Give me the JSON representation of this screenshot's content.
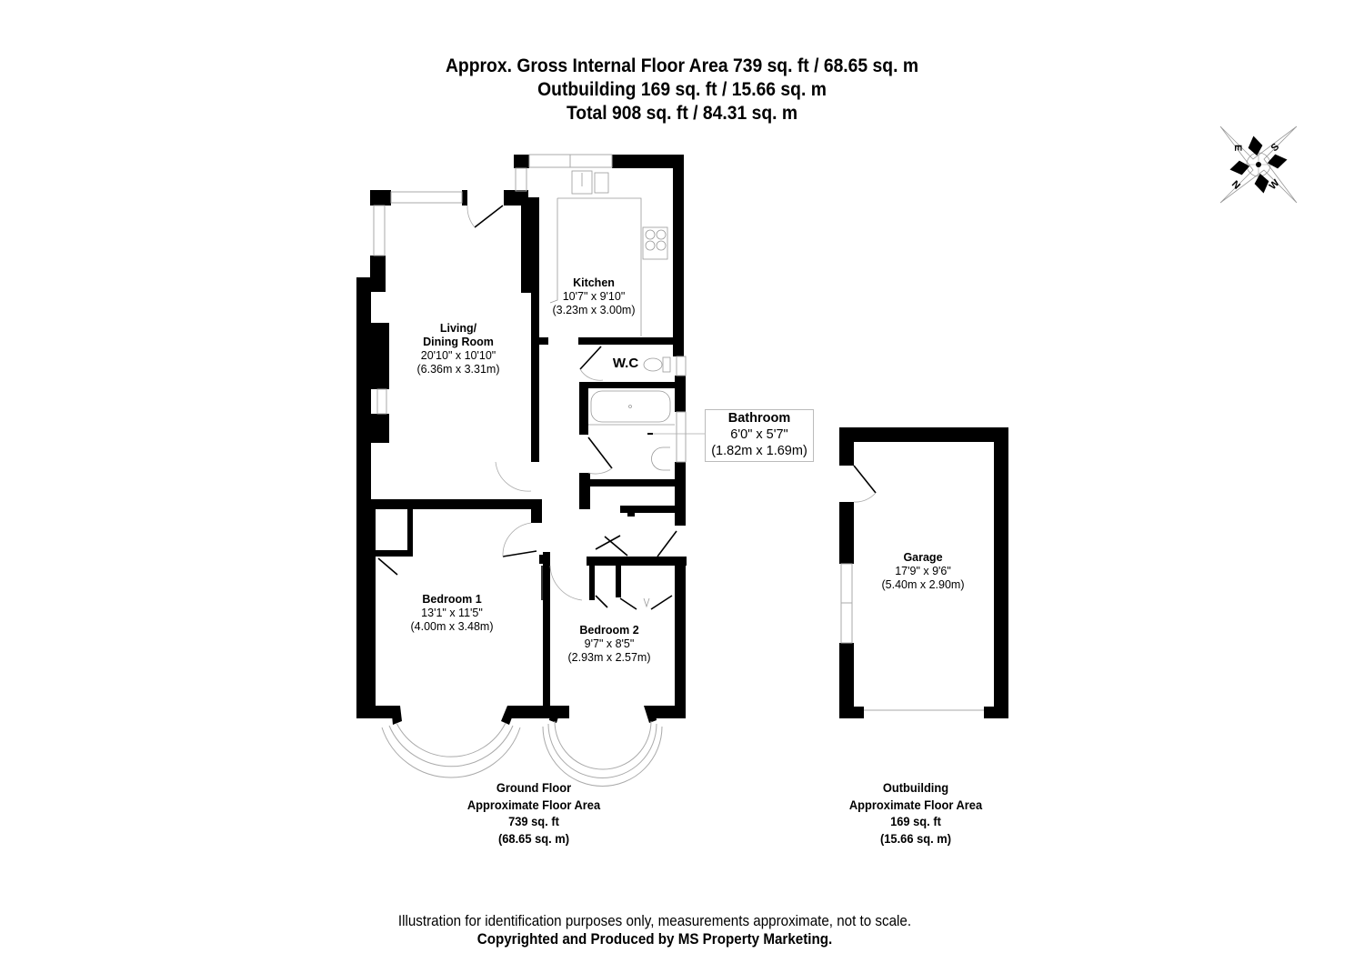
{
  "header": {
    "line1": "Approx. Gross Internal Floor Area 739 sq. ft / 68.65 sq. m",
    "line2": "Outbuilding 169 sq. ft / 15.66 sq. m",
    "line3": "Total 908 sq. ft / 84.31 sq. m"
  },
  "compass": {
    "icon": "compass-rose-icon",
    "labels": [
      "S",
      "W",
      "N",
      "E"
    ]
  },
  "rooms": [
    {
      "name": "Kitchen",
      "imperial": "10'7\" x 9'10\"",
      "metric": "(3.23m x 3.00m)"
    },
    {
      "name": "Living/",
      "name2": "Dining Room",
      "imperial": "20'10\" x 10'10\"",
      "metric": "(6.36m x 3.31m)"
    },
    {
      "name": "W.C"
    },
    {
      "name": "Bathroom",
      "imperial": "6'0\" x 5'7\"",
      "metric": "(1.82m x 1.69m)"
    },
    {
      "name": "Bedroom 1",
      "imperial": "13'1\" x 11'5\"",
      "metric": "(4.00m x 3.48m)"
    },
    {
      "name": "Bedroom 2",
      "imperial": "9'7\" x 8'5\"",
      "metric": "(2.93m x 2.57m)"
    },
    {
      "name": "Garage",
      "imperial": "17'9\" x 9'6\"",
      "metric": "(5.40m x 2.90m)"
    }
  ],
  "floors": [
    {
      "title": "Ground Floor",
      "subtitle": "Approximate Floor Area",
      "sqft": "739 sq. ft",
      "sqm": "(68.65 sq. m)"
    },
    {
      "title": "Outbuilding",
      "subtitle": "Approximate Floor Area",
      "sqft": "169 sq. ft",
      "sqm": "(15.66 sq. m)"
    }
  ],
  "footer": {
    "disclaimer": "Illustration for identification purposes only, measurements approximate, not to scale.",
    "copyright": "Copyrighted  and Produced by MS Property Marketing."
  }
}
